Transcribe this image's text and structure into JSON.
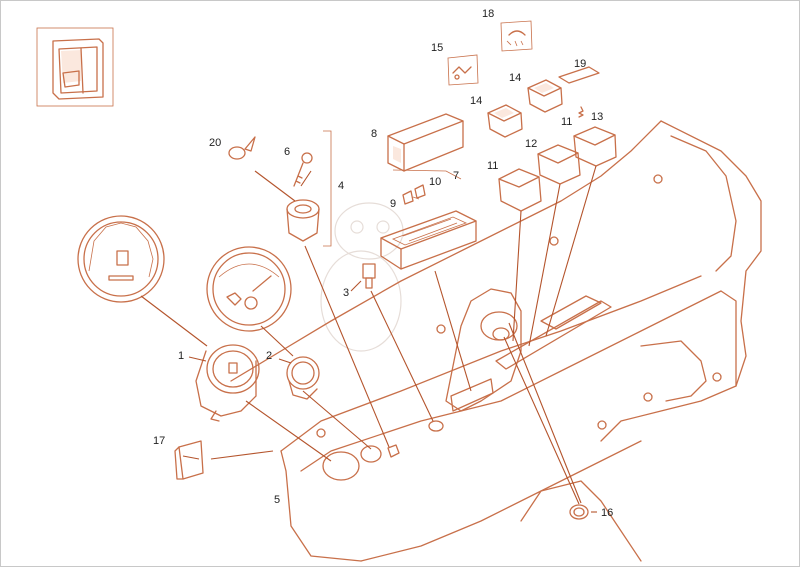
{
  "colors": {
    "line": "#c8704a",
    "leader": "#b4542c",
    "fill": "#fbe8de",
    "label": "#222222"
  },
  "callouts": [
    {
      "id": "c1",
      "text": "1"
    },
    {
      "id": "c2",
      "text": "2"
    },
    {
      "id": "c3",
      "text": "3"
    },
    {
      "id": "c4",
      "text": "4"
    },
    {
      "id": "c5",
      "text": "5"
    },
    {
      "id": "c6",
      "text": "6"
    },
    {
      "id": "c7",
      "text": "7"
    },
    {
      "id": "c8",
      "text": "8"
    },
    {
      "id": "c9",
      "text": "9"
    },
    {
      "id": "c10",
      "text": "10"
    },
    {
      "id": "c11a",
      "text": "11"
    },
    {
      "id": "c11b",
      "text": "11"
    },
    {
      "id": "c12",
      "text": "12"
    },
    {
      "id": "c13",
      "text": "13"
    },
    {
      "id": "c14a",
      "text": "14"
    },
    {
      "id": "c14b",
      "text": "14"
    },
    {
      "id": "c15",
      "text": "15"
    },
    {
      "id": "c16",
      "text": "16"
    },
    {
      "id": "c17",
      "text": "17"
    },
    {
      "id": "c18",
      "text": "18"
    },
    {
      "id": "c19",
      "text": "19"
    },
    {
      "id": "c20",
      "text": "20"
    }
  ],
  "icons": [
    "cab-thumbnail-icon",
    "work-light-symbol-icon",
    "hydraulic-symbol-icon",
    "fuel-pump-icon",
    "ignition-key-icon"
  ]
}
